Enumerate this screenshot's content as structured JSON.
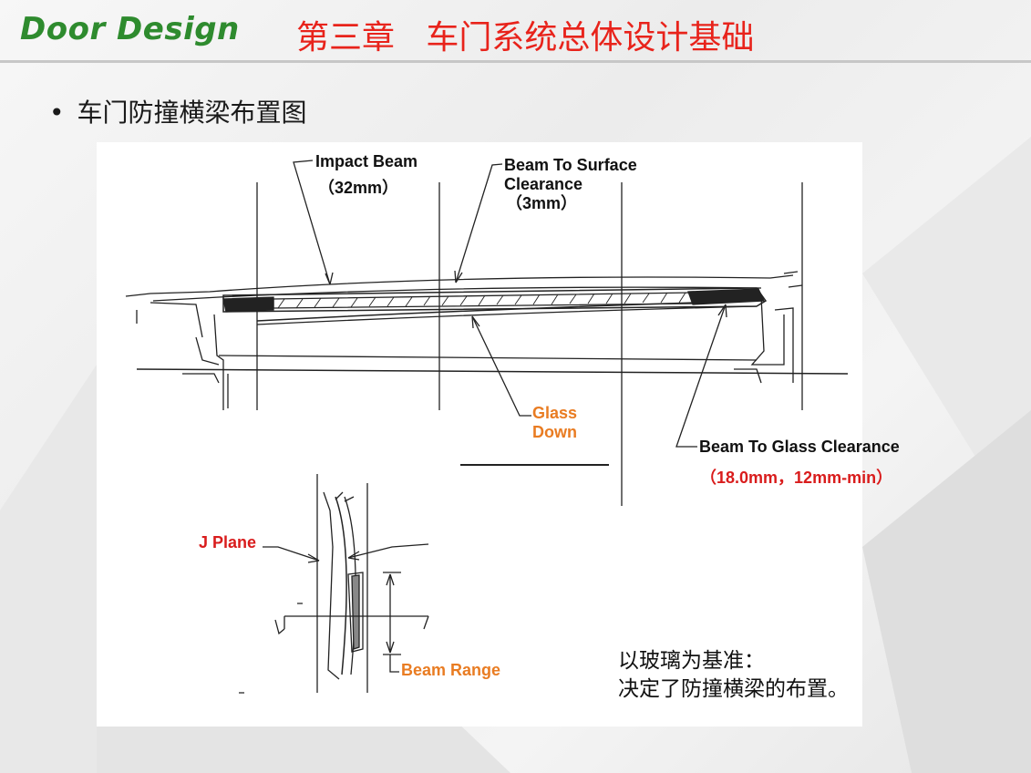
{
  "header": {
    "logo": "Door Design",
    "title": "第三章   车门系统总体设计基础"
  },
  "bullet": "车门防撞横梁布置图",
  "labels": {
    "impact_beam": "Impact Beam",
    "impact_beam_size": "（32mm）",
    "beam_surface_1": "Beam To Surface",
    "beam_surface_2": "Clearance",
    "beam_surface_value": "（3mm）",
    "glass_1": "Glass",
    "glass_2": "Down",
    "beam_glass": "Beam To Glass Clearance",
    "beam_glass_value": "（18.0mm，12mm-min）",
    "j_plane": "J Plane",
    "beam_range": "Beam Range"
  },
  "note": {
    "line1": "以玻璃为基准：",
    "line2": "决定了防撞横梁的布置。"
  },
  "colors": {
    "logo": "#2e8b2e",
    "title": "#e8231b",
    "orange": "#e97c22",
    "red": "#d91c1c"
  }
}
